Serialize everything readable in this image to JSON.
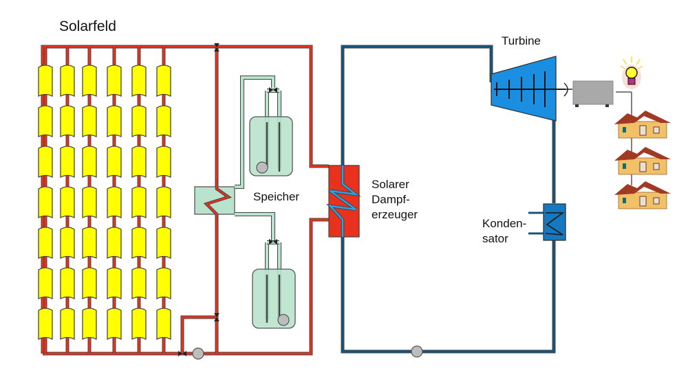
{
  "diagram": {
    "type": "solar thermal power plant schematic",
    "labels": {
      "solar_field": "Solarfeld",
      "storage": "Speicher",
      "steam_generator": [
        "Solarer",
        "Dampf-",
        "erzeuger"
      ],
      "turbine": "Turbine",
      "condenser": [
        "Konden-",
        "sator"
      ]
    },
    "solar_field": {
      "columns": 6,
      "collectors_per_column": 7
    },
    "houses_count": 3,
    "colors": {
      "hot_loop": "#e8321e",
      "water_loop": "#14557e",
      "collector": "#ffff00",
      "storage_tank": "#b9e3cd",
      "steam_generator": "#e8321e",
      "turbine": "#1a8ee0",
      "condenser": "#1578c0",
      "generator": "#a9a9a9",
      "pump": "#bdbdbd",
      "outline": "#555555"
    }
  }
}
